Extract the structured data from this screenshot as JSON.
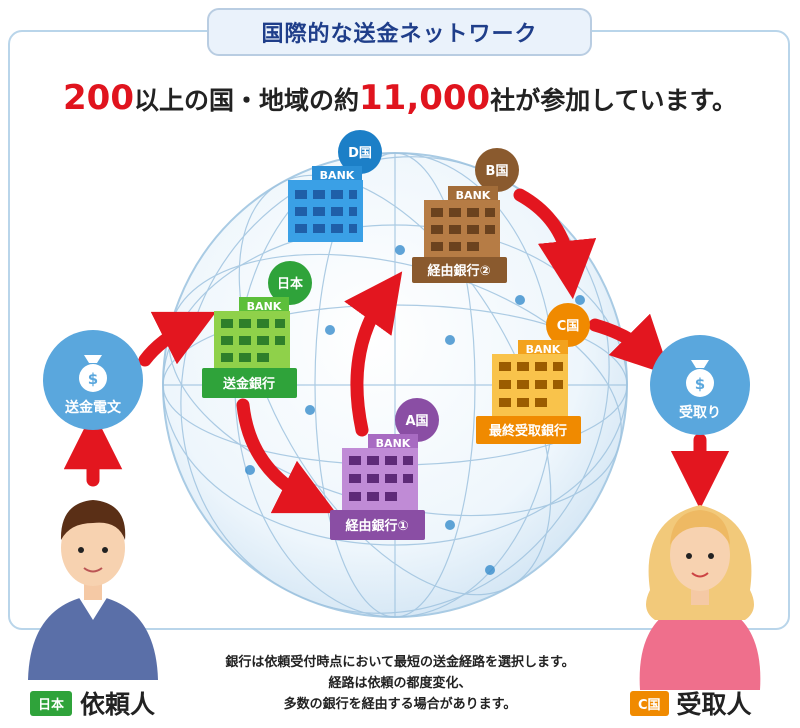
{
  "title": "国際的な送金ネットワーク",
  "headline": {
    "num1": "200",
    "text1": "以上の国・地域の約",
    "num2": "11,000",
    "text2": "社が参加しています。"
  },
  "countries": {
    "d": "D国",
    "b": "B国",
    "japan": "日本",
    "c": "C国",
    "a": "A国"
  },
  "bank_sign": "BANK",
  "banks": {
    "sending": "送金銀行",
    "relay2": "経由銀行②",
    "final": "最終受取銀行",
    "relay1": "経由銀行①"
  },
  "steps": {
    "left": "送金電文",
    "right": "受取り"
  },
  "note": [
    "銀行は依頼受付時点において最短の送金経路を選択します。",
    "経路は依頼の都度変化、",
    "多数の銀行を経由する場合があります。"
  ],
  "sender": {
    "tag": "日本",
    "name": "依頼人"
  },
  "receiver": {
    "tag": "C国",
    "name": "受取人"
  },
  "colors": {
    "arrow": "#e3161f",
    "japan_green": "#2fa33a",
    "c_orange": "#f08a00",
    "d_blue": "#1c7fc7",
    "b_brown": "#8a5a2e",
    "a_purple": "#8a4ea4",
    "step_blue": "#5aa7dd"
  },
  "icons": [
    "money-bag-icon",
    "bank-building-icon",
    "globe-icon"
  ]
}
